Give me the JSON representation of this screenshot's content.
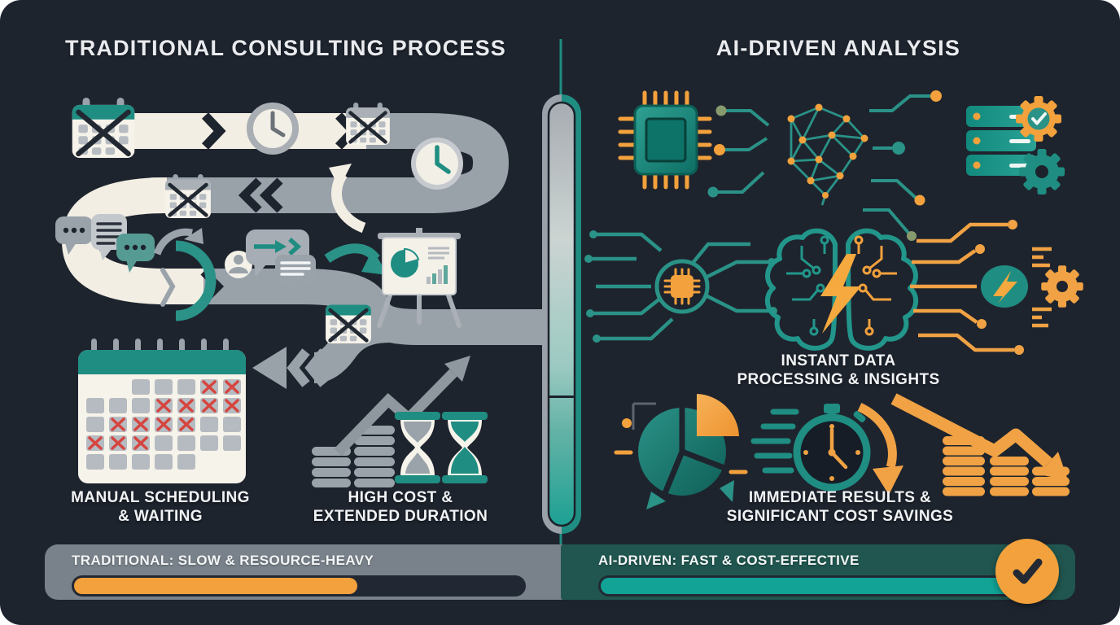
{
  "colors": {
    "background": "#1e242e",
    "teal": "#1f8d82",
    "teal_bright": "#12a296",
    "teal_deep": "#14655c",
    "orange": "#f2a13c",
    "cream_path": "#f2eee3",
    "gray_path": "#99a1a9",
    "red_x": "#d6453f",
    "panel_gray": "#79828a",
    "panel_teal": "#20564f",
    "track_dark": "#222833",
    "text_light": "#e9ebee"
  },
  "traditional": {
    "title": "TRADITIONAL CONSULTING PROCESS",
    "caption_scheduling": {
      "line1": "MANUAL SCHEDULING",
      "line2": "& WAITING"
    },
    "caption_cost": {
      "line1": "HIGH COST &",
      "line2": "EXTENDED DURATION"
    },
    "icons": [
      "calendar-crossed-icon",
      "clock-icon",
      "calendar-crossed-icon",
      "clock-icon",
      "calendar-crossed-icon",
      "undo-arrow-icon",
      "chat-bubbles-icon",
      "loop-arc-icon",
      "discussion-person-icon",
      "forward-curved-arrow-icon",
      "presentation-chart-icon",
      "calendar-crossed-icon",
      "back-arrow-icon",
      "monthly-calendar-red-x-icon",
      "coin-stacks-icon",
      "rising-cost-arrow-icon",
      "hourglass-icon",
      "hourglass-icon"
    ]
  },
  "ai": {
    "title": "AI-DRIVEN ANALYSIS",
    "caption_processing": {
      "line1": "INSTANT DATA",
      "line2": "PROCESSING & INSIGHTS"
    },
    "caption_results": {
      "line1": "IMMEDIATE RESULTS &",
      "line2": "SIGNIFICANT COST SAVINGS"
    },
    "icons": [
      "cpu-chip-icon",
      "neural-network-brain-icon",
      "server-stack-icon",
      "gear-check-icon",
      "gear-icon",
      "circuit-traces-icon",
      "chip-node-icon",
      "ai-brain-lightning-icon",
      "energy-bolt-icon",
      "gear-icon",
      "pie-chart-icon",
      "speed-lines-icon",
      "stopwatch-icon",
      "down-arrow-icon",
      "coin-stacks-icon",
      "falling-cost-arrow-icon"
    ]
  },
  "footer": {
    "traditional": {
      "label": "TRADITIONAL: SLOW & RESOURCE-HEAVY",
      "progress_percent": 63
    },
    "ai": {
      "label": "AI-DRIVEN: FAST & COST-EFFECTIVE",
      "progress_percent": 100,
      "check_glyph": "✓"
    }
  }
}
